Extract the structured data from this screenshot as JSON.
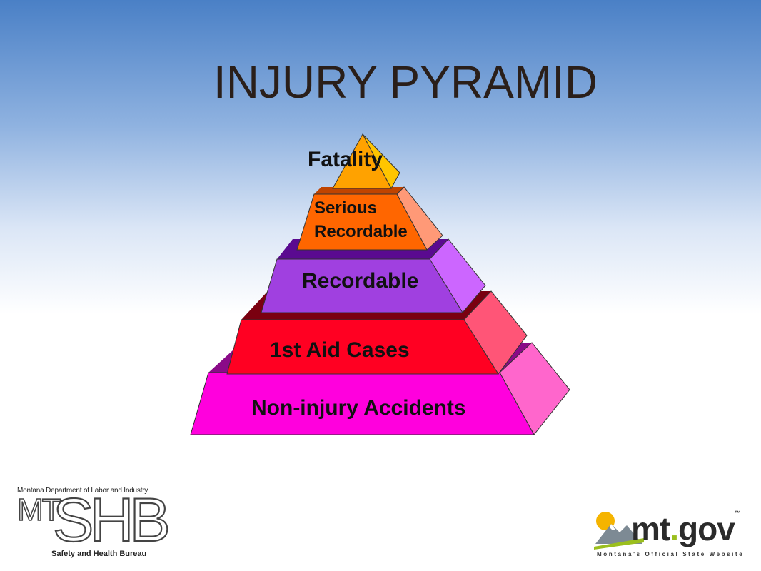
{
  "title": "INJURY PYRAMID",
  "colors": {
    "fatality": "#ffa200",
    "serious": "#ff6600",
    "recordable": "#a040e0",
    "first_aid": "#ff0022",
    "non_injury": "#ff00dd"
  },
  "pyramid": {
    "fatality": "Fatality",
    "serious_line1": "Serious",
    "serious_line2": "Recordable",
    "recordable": "Recordable",
    "first_aid": "1st Aid Cases",
    "non_injury": "Non-injury Accidents"
  },
  "logos": {
    "shb_dept": "Montana Department of Labor and Industry",
    "shb_mt": "MT",
    "shb_big": "SHB",
    "shb_sub": "Safety and Health Bureau",
    "mtgov_mt": "mt",
    "mtgov_dot": ".",
    "mtgov_gov": "gov",
    "mtgov_tm": "™",
    "mtgov_sub": "Montana's Official State Website"
  }
}
